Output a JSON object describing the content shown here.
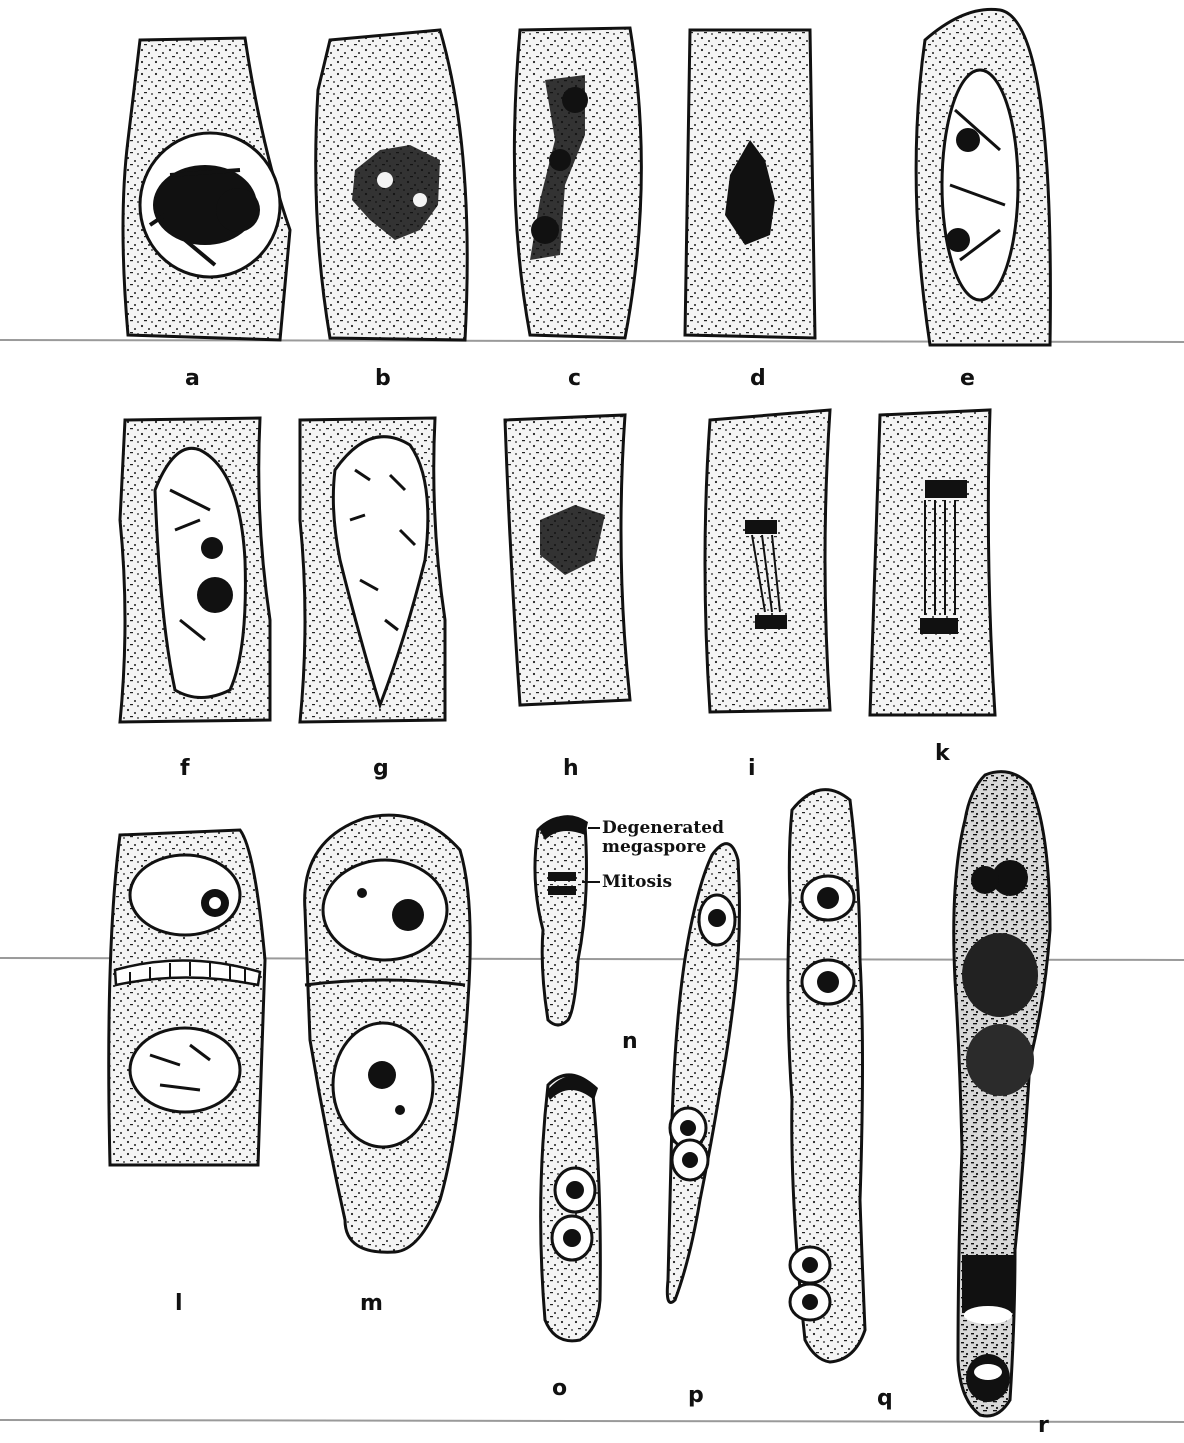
{
  "figure": {
    "panel_labels": [
      "a",
      "b",
      "c",
      "d",
      "e",
      "f",
      "g",
      "h",
      "i",
      "k",
      "l",
      "m",
      "n",
      "o",
      "p",
      "q",
      "r"
    ],
    "annotations": {
      "degenerated_line1": "Degenerated",
      "degenerated_line2": "megaspore",
      "mitosis": "Mitosis"
    }
  }
}
